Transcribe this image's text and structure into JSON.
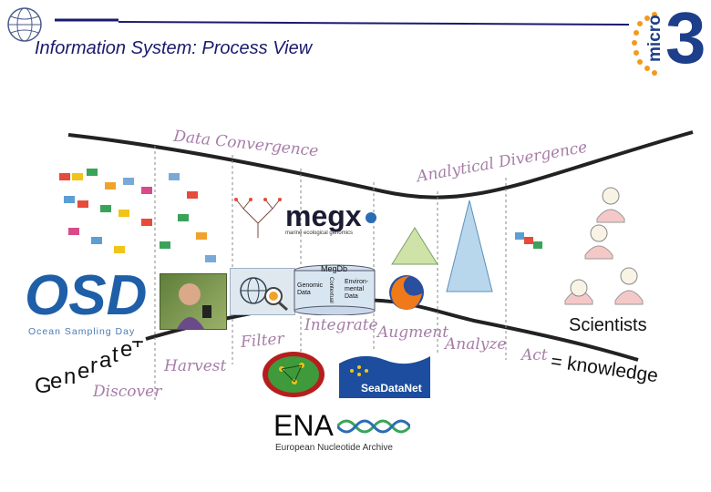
{
  "header": {
    "title": "Information System: Process View",
    "logo_text": "micro",
    "logo_number": "3"
  },
  "stages": {
    "data_convergence": "Data Convergence",
    "analytical_divergence": "Analytical Divergence",
    "discover": "Discover",
    "harvest": "Harvest",
    "filter": "Filter",
    "integrate": "Integrate",
    "augment": "Augment",
    "analyze": "Analyze"
  },
  "generate": {
    "letters": [
      "G",
      "e",
      "n",
      "e",
      "r",
      "a",
      "t",
      "e",
      "+"
    ]
  },
  "act": {
    "act_label": "Act",
    "knowledge_text": "= knowledge"
  },
  "scientists_label": "Scientists",
  "osd": {
    "word": "OSD",
    "caption": "Ocean Sampling Day"
  },
  "megx": {
    "name": "megx",
    "tagline": "marine ecological genomics"
  },
  "megdb": {
    "title": "MegDb",
    "genomic": "Genomic Data",
    "contextual": "Contextual",
    "environmental": "Environ-mental Data"
  },
  "ena": {
    "name": "ENA",
    "subtitle": "European Nucleotide Archive"
  },
  "seadatanet": {
    "name": "SeaDataNet"
  },
  "colors": {
    "title": "#1a1a6e",
    "stage_label": "#a77da8",
    "funnel_line": "#222222",
    "logo_blue": "#1d3e8a",
    "star_orange": "#f29a1c"
  }
}
